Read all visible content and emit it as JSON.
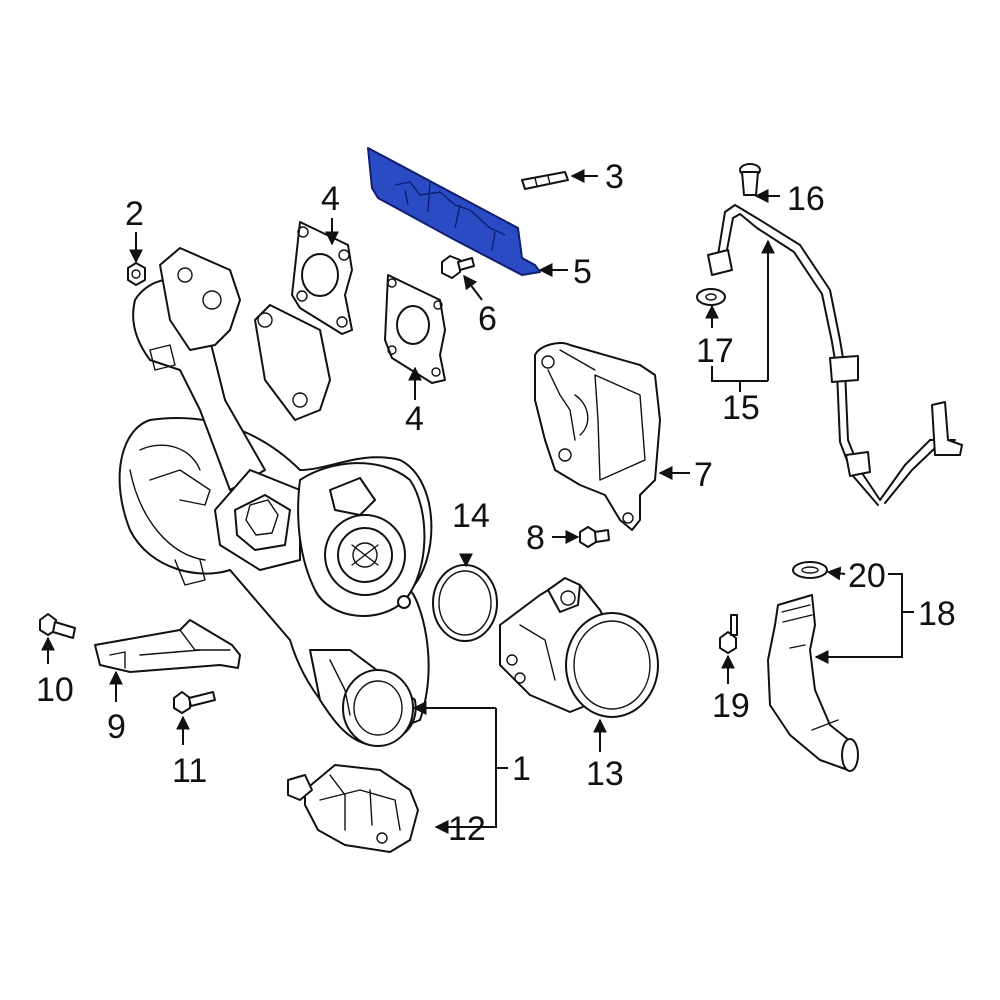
{
  "callouts": {
    "c1": "1",
    "c2": "2",
    "c3": "3",
    "c4a": "4",
    "c4b": "4",
    "c5": "5",
    "c6": "6",
    "c7": "7",
    "c8": "8",
    "c9": "9",
    "c10": "10",
    "c11": "11",
    "c12": "12",
    "c13": "13",
    "c14": "14",
    "c15": "15",
    "c16": "16",
    "c17": "17",
    "c18": "18",
    "c19": "19",
    "c20": "20"
  },
  "highlight_color": "#2a4bc4"
}
